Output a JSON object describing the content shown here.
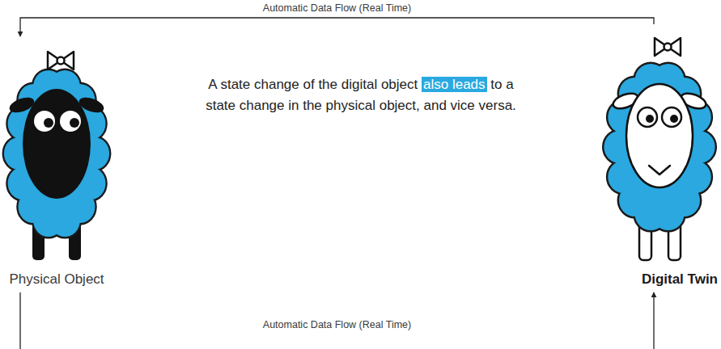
{
  "diagram": {
    "nodes": [
      {
        "text": [
          "Physical Object"
        ]
      },
      {
        "text": [
          "Digital Twin"
        ]
      }
    ],
    "edges": [
      {
        "from": 1,
        "to": 0,
        "arrow": "to",
        "label": "Automatic Data Flow (Real Time)"
      },
      {
        "from": 0,
        "to": 1,
        "arrow": "to",
        "label": "Automatic Data Flow (Real Time)"
      }
    ],
    "labels": [
      "A state change of the digital object",
      "also leads",
      "to a state change in the physical object, and vice versa."
    ]
  }
}
